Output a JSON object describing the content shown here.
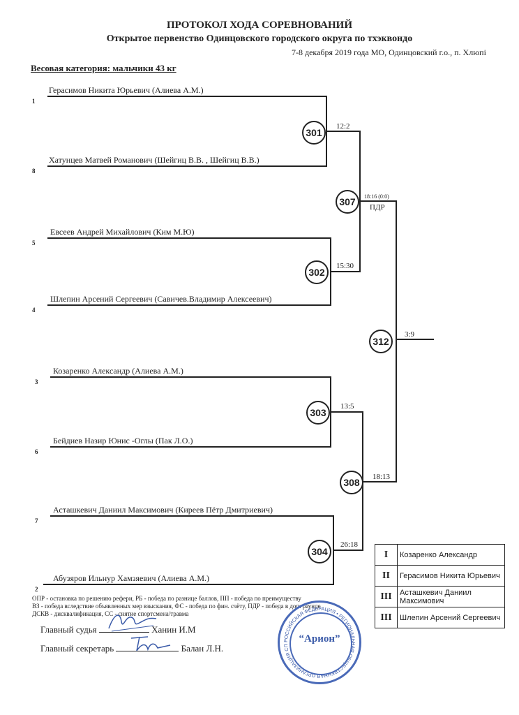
{
  "header": {
    "title": "ПРОТОКОЛ ХОДА СОРЕВНОВАНИЙ",
    "subtitle": "Открытое первенство Одинцовского  городского округа по тхэквондо",
    "dates": "7-8 декабря 2019 года     МО, Одинцовский г.о., п. Хлюпі",
    "weight_category": "Весовая категория: мальчики 43 кг"
  },
  "participants": [
    {
      "seed": "1",
      "name": "Герасимов Никита Юрьевич (Алиева А.М.)"
    },
    {
      "seed": "8",
      "name": "Хатунцев Матвей Романович (Шейгиц В.В. , Шейгиц В.В.)"
    },
    {
      "seed": "5",
      "name": "Евсеев Андрей Михайлович (Ким М.Ю)"
    },
    {
      "seed": "4",
      "name": "Шлепин Арсений Сергеевич (Савичев.Владимир Алексеевич)"
    },
    {
      "seed": "3",
      "name": "Козаренко Александр (Алиева А.М.)"
    },
    {
      "seed": "6",
      "name": "Бейдиев Назир Юнис -Оглы (Пак Л.О.)"
    },
    {
      "seed": "7",
      "name": "Асташкевич Даниил Максимович (Киреев Пётр Дмитриевич)"
    },
    {
      "seed": "2",
      "name": "Абузяров Ильнур Хамзяевич (Алиева А.М.)"
    }
  ],
  "matches": {
    "m301": {
      "num": "301",
      "score": "12:2"
    },
    "m302": {
      "num": "302",
      "score": "15:30"
    },
    "m303": {
      "num": "303",
      "score": "13:5"
    },
    "m304": {
      "num": "304",
      "score": "26:18"
    },
    "m307": {
      "num": "307",
      "score": "18:16 (0:0)",
      "note": "ПДР"
    },
    "m308": {
      "num": "308",
      "score": "18:13"
    },
    "m312": {
      "num": "312",
      "score": "3:9"
    }
  },
  "legend": [
    "ОПР - остановка по решению рефери, РБ - победа по разнице баллов, ПП - победа по преимуществу",
    "ВЗ - победа вследствие объявленных мер взыскания, ФС - победа по фин. счёту, ПДР - победа в доп. раунде",
    "ДСКВ - дисквалификация, СС - снятие спортсмена/травма"
  ],
  "officials": {
    "judge_label": "Главный судья",
    "judge_name": "Ханин И.М",
    "secretary_label": "Главный секретарь",
    "secretary_name": "Балан Л.Н."
  },
  "results": [
    {
      "place": "I",
      "name": "Козаренко Александр"
    },
    {
      "place": "II",
      "name": "Герасимов Никита Юрьевич"
    },
    {
      "place": "III",
      "name": "Асташкевич Даниил Максимович"
    },
    {
      "place": "III",
      "name": "Шлепин Арсений Сергеевич"
    }
  ],
  "stamp": {
    "name": "“Арион”",
    "ring_text": "РОССИЙСКАЯ ФЕДЕРАЦИЯ • РЕГИОНАЛЬНАЯ ОБЩЕСТВЕННАЯ ОРГАНИЗАЦИЯ СПОРТИВНАЯ ШКОЛА • МОСКОВСКАЯ ОБЛАСТЬ"
  },
  "colors": {
    "ink": "#222222",
    "stamp": "#3a5aa8"
  }
}
